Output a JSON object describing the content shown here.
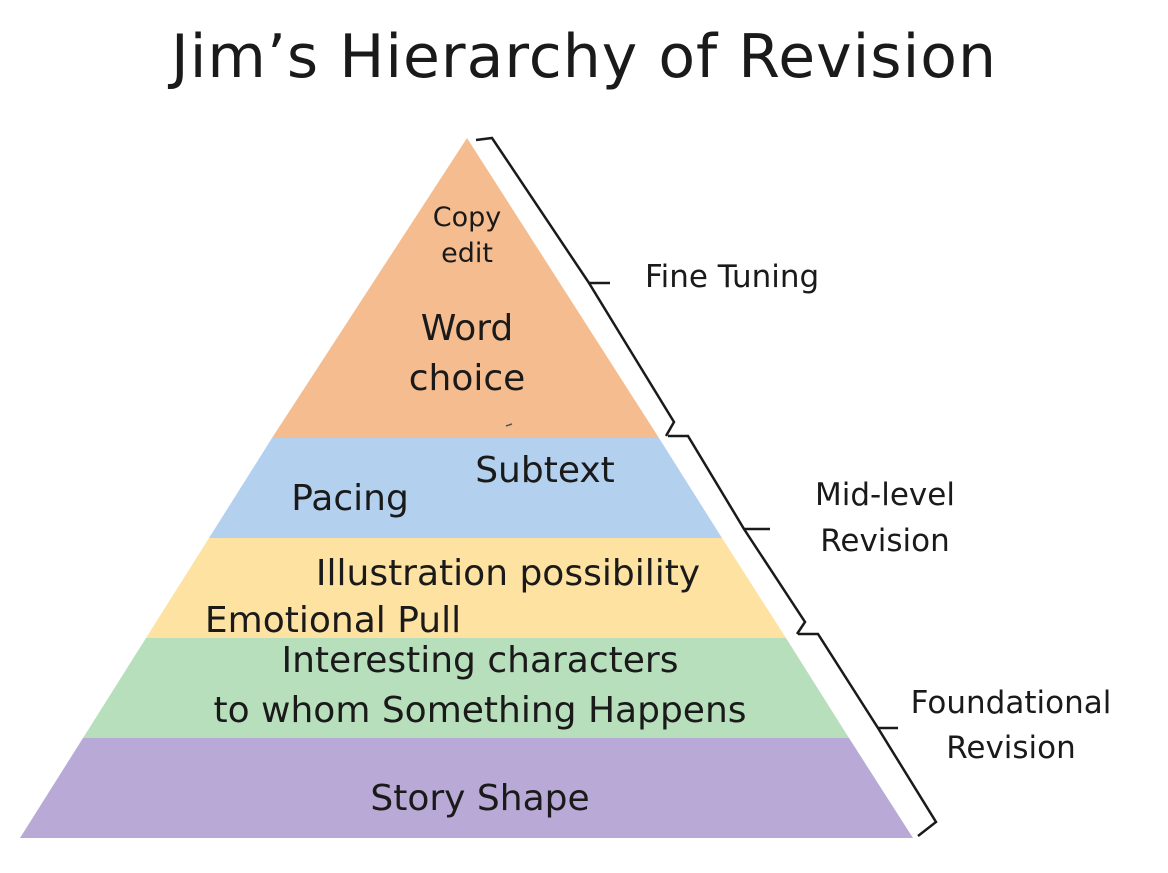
{
  "title": "Jim’s Hierarchy of Revision",
  "colors": {
    "top": "#f5bd8f",
    "blue": "#b4d0ef",
    "yellow": "#fde2a1",
    "green": "#b8dfbc",
    "purple": "#b9a9d6"
  },
  "layers": {
    "top": {
      "copy_edit_1": "Copy",
      "copy_edit_2": "edit",
      "word_choice_1": "Word",
      "word_choice_2": "choice"
    },
    "blue": {
      "pacing": "Pacing",
      "subtext": "Subtext"
    },
    "yellow": {
      "illustration": "Illustration possibility",
      "emotional": "Emotional Pull"
    },
    "green": {
      "line1": "Interesting characters",
      "line2": "to whom Something Happens"
    },
    "purple": {
      "story_shape": "Story Shape"
    }
  },
  "brackets": {
    "fine_tuning": "Fine Tuning",
    "mid_level_1": "Mid-level",
    "mid_level_2": "Revision",
    "foundational_1": "Foundational",
    "foundational_2": "Revision"
  }
}
